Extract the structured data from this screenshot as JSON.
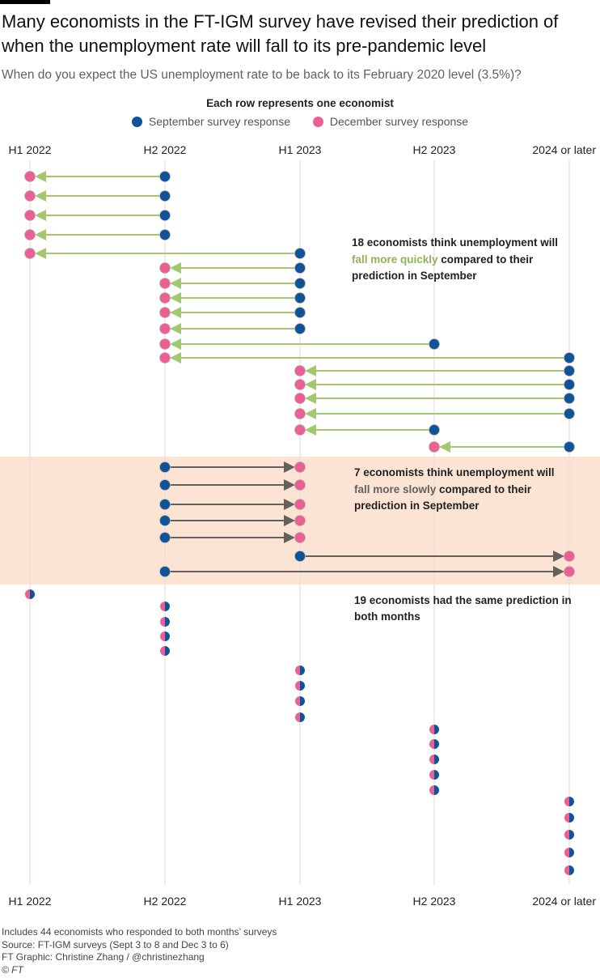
{
  "header": {
    "title": "Many economists in the FT-IGM survey have revised their prediction of when the unemployment rate will fall to its pre-pandemic level",
    "subtitle": "When do you expect the US unemployment rate to be back to its February 2020 level (3.5%)?"
  },
  "legend": {
    "title": "Each row represents one economist",
    "september_label": "September survey response",
    "december_label": "December survey response"
  },
  "colors": {
    "september": "#0f5499",
    "december": "#ea5f94",
    "faster_arrow": "#a3c670",
    "slower_arrow": "#66605c",
    "slower_band": "#fbe4d4",
    "gridline": "#e6dfdb"
  },
  "annotations": {
    "faster": {
      "line1": "18 economists think unemployment will",
      "highlight": "fall more quickly",
      "rest": " compared to their",
      "line3": "prediction in September"
    },
    "slower": {
      "line1": "7 economists think unemployment will",
      "highlight": "fall more slowly",
      "rest": " compared to their",
      "line3": "prediction in September"
    },
    "same": {
      "line1": "19 economists had the same prediction in",
      "line2": "both months"
    }
  },
  "chart_data": {
    "type": "dot-arrow",
    "categories": [
      "H1 2022",
      "H2 2022",
      "H1 2023",
      "H2 2023",
      "2024 or later"
    ],
    "faster_rows": [
      {
        "september": "H2 2022",
        "december": "H1 2022"
      },
      {
        "september": "H2 2022",
        "december": "H1 2022"
      },
      {
        "september": "H2 2022",
        "december": "H1 2022"
      },
      {
        "september": "H2 2022",
        "december": "H1 2022"
      },
      {
        "september": "H1 2023",
        "december": "H1 2022"
      },
      {
        "september": "H1 2023",
        "december": "H2 2022"
      },
      {
        "september": "H1 2023",
        "december": "H2 2022"
      },
      {
        "september": "H1 2023",
        "december": "H2 2022"
      },
      {
        "september": "H1 2023",
        "december": "H2 2022"
      },
      {
        "september": "H1 2023",
        "december": "H2 2022"
      },
      {
        "september": "H2 2023",
        "december": "H2 2022"
      },
      {
        "september": "2024 or later",
        "december": "H2 2022"
      },
      {
        "september": "2024 or later",
        "december": "H1 2023"
      },
      {
        "september": "2024 or later",
        "december": "H1 2023"
      },
      {
        "september": "2024 or later",
        "december": "H1 2023"
      },
      {
        "september": "2024 or later",
        "december": "H1 2023"
      },
      {
        "september": "H2 2023",
        "december": "H1 2023"
      },
      {
        "september": "2024 or later",
        "december": "H2 2023"
      }
    ],
    "slower_rows": [
      {
        "september": "H2 2022",
        "december": "H1 2023"
      },
      {
        "september": "H2 2022",
        "december": "H1 2023"
      },
      {
        "september": "H2 2022",
        "december": "H1 2023"
      },
      {
        "september": "H2 2022",
        "december": "H1 2023"
      },
      {
        "september": "H2 2022",
        "december": "H1 2023"
      },
      {
        "september": "H1 2023",
        "december": "2024 or later"
      },
      {
        "september": "H2 2022",
        "december": "2024 or later"
      }
    ],
    "same_counts": [
      {
        "category": "H1 2022",
        "count": 1
      },
      {
        "category": "H2 2022",
        "count": 4
      },
      {
        "category": "H1 2023",
        "count": 4
      },
      {
        "category": "H2 2023",
        "count": 5
      },
      {
        "category": "2024 or later",
        "count": 5
      }
    ]
  },
  "footer": {
    "note": "Includes 44 economists who responded to both months’ surveys",
    "source": "Source: FT-IGM surveys (Sept 3 to 8 and Dec 3 to 6)",
    "credit": "FT Graphic: Christine Zhang / @christinezhang",
    "copyright": "© FT"
  }
}
